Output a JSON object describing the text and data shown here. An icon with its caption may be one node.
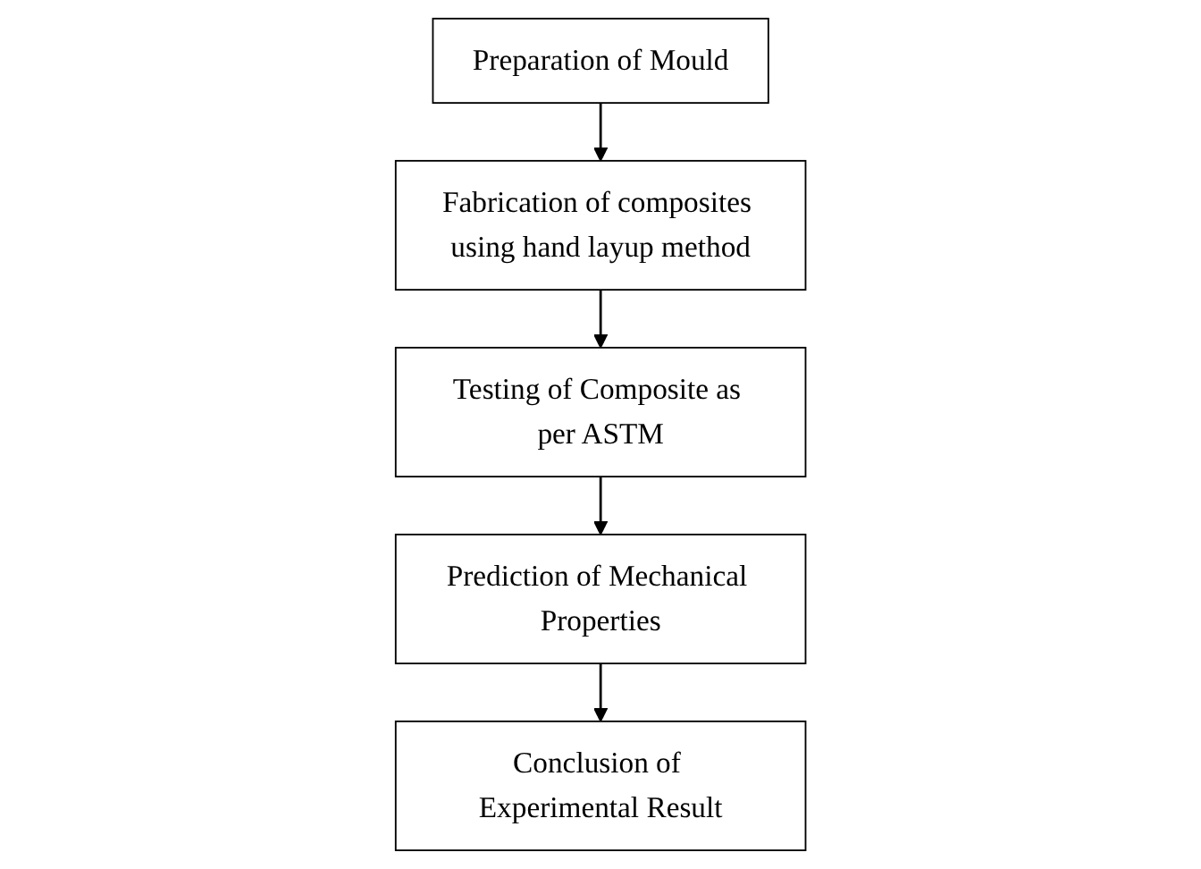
{
  "diagram": {
    "nodes": [
      {
        "text": [
          "Preparation of Mould"
        ]
      },
      {
        "text": [
          "Fabrication of composites using hand layup method"
        ]
      },
      {
        "text": [
          "Testing of Composite as per ASTM"
        ]
      },
      {
        "text": [
          "Prediction of Mechanical Properties"
        ]
      },
      {
        "text": [
          "Conclusion of Experimental Result"
        ]
      }
    ],
    "edges": [
      {
        "from": 0,
        "to": 1,
        "arrow": "to"
      },
      {
        "from": 1,
        "to": 2,
        "arrow": "to"
      },
      {
        "from": 2,
        "to": 3,
        "arrow": "to"
      },
      {
        "from": 3,
        "to": 4,
        "arrow": "to"
      }
    ]
  }
}
